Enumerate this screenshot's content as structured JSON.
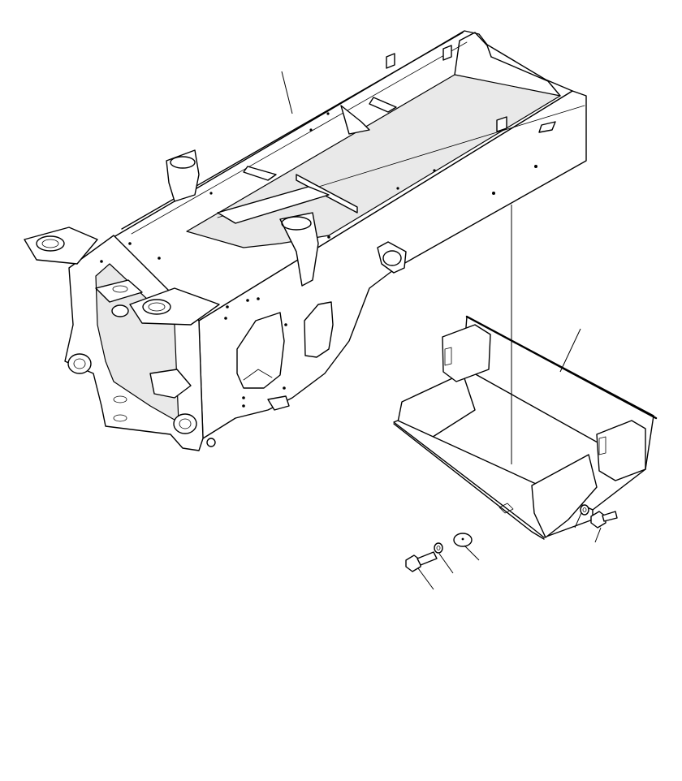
{
  "diagram": {
    "background": "#ffffff",
    "line_color": "#000000",
    "parts": [
      {
        "id": "main-frame",
        "icon": "rear-frame-drawing"
      },
      {
        "id": "undercover-guard",
        "icon": "tray-guard-drawing"
      },
      {
        "id": "bolt-left",
        "icon": "hex-bolt-drawing"
      },
      {
        "id": "washer-left",
        "icon": "washer-drawing"
      },
      {
        "id": "shim-plate",
        "icon": "plate-drawing"
      },
      {
        "id": "washer-right",
        "icon": "washer-drawing"
      },
      {
        "id": "bolt-right",
        "icon": "hex-bolt-drawing"
      }
    ],
    "callout_count": 7
  }
}
